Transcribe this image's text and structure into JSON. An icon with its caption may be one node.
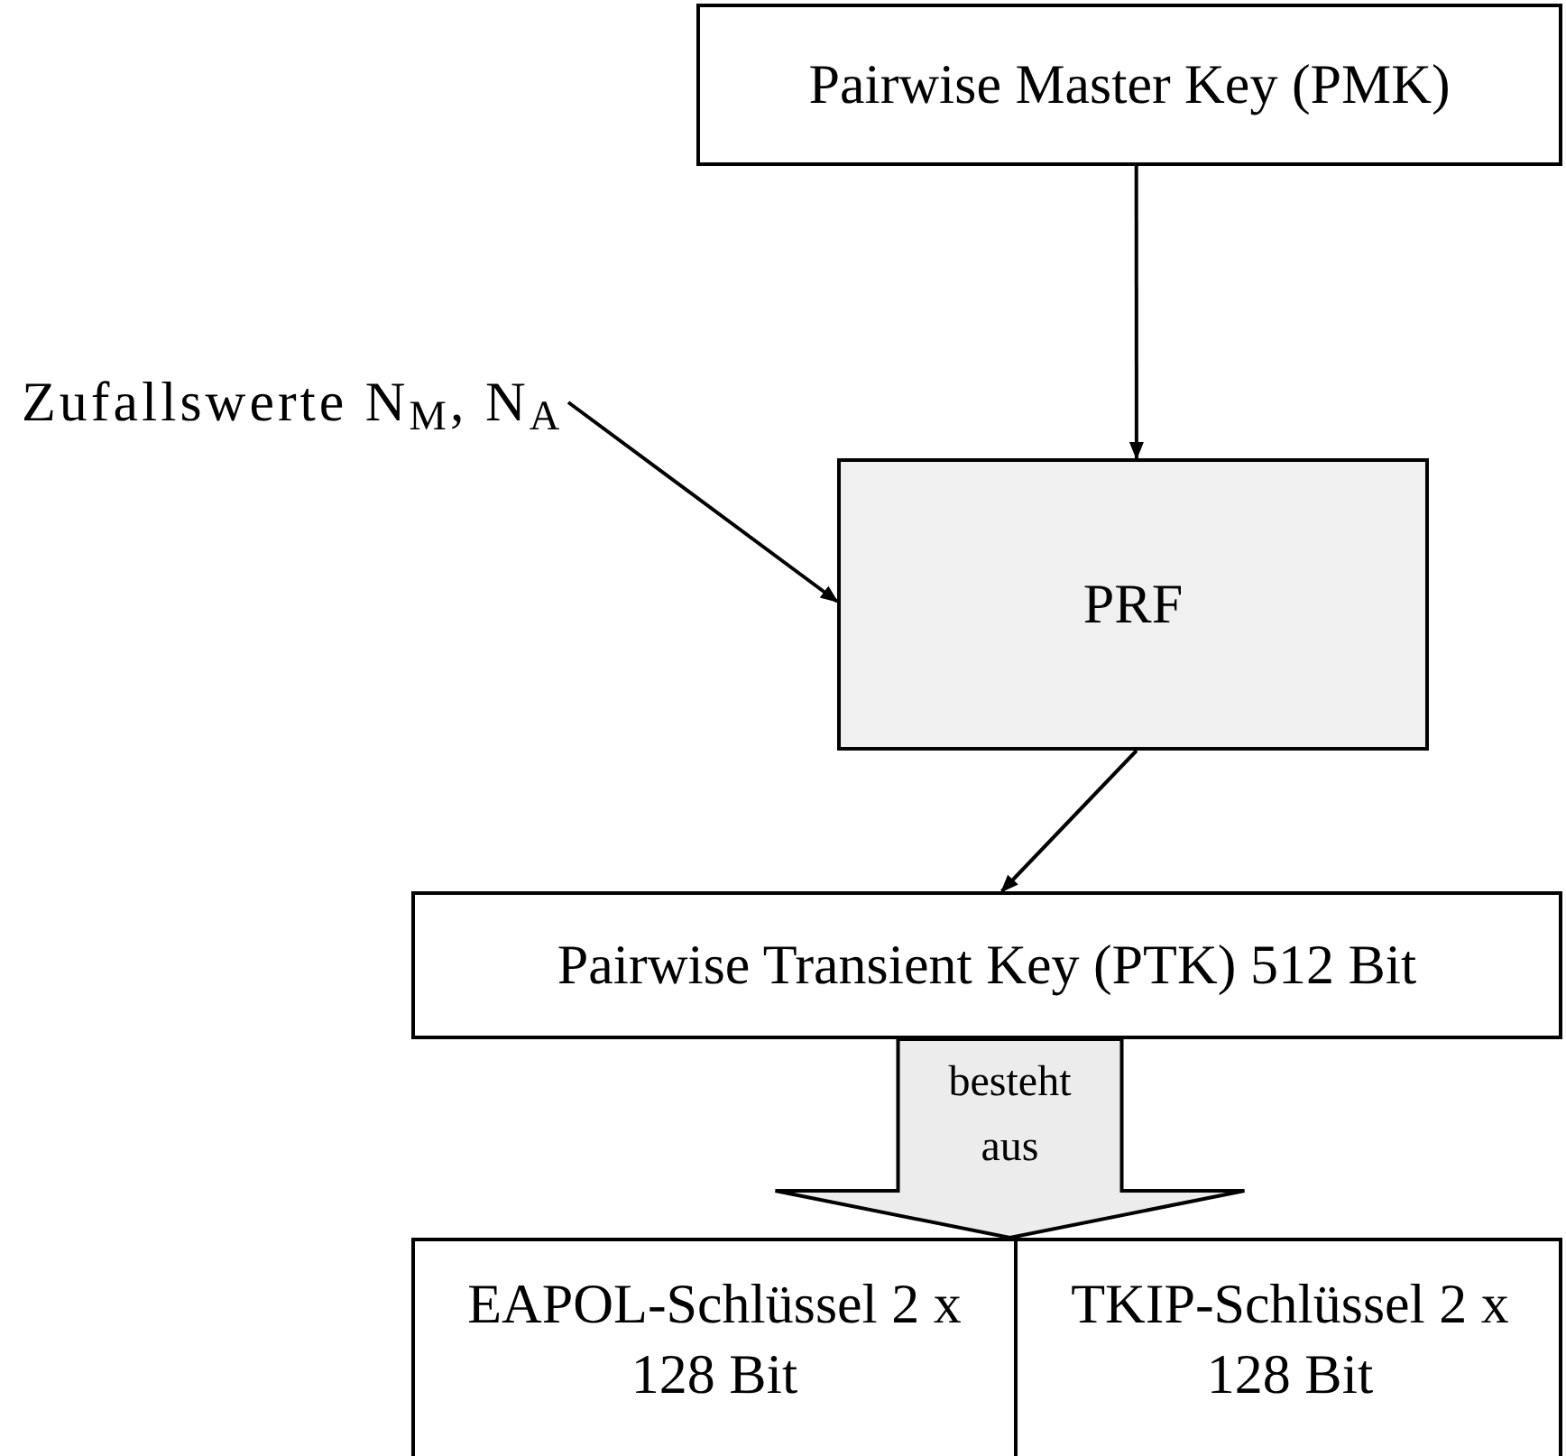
{
  "diagram": {
    "nodes": [
      {
        "text": [
          "Pairwise Master Key (PMK)"
        ]
      },
      {
        "text": [
          "Zufallswerte N$_{M}$, N$_{A}$"
        ]
      },
      {
        "text": [
          "PRF"
        ]
      },
      {
        "text": [
          "Pairwise Transient Key (PTK) 512 Bit"
        ]
      },
      {
        "text": [],
        "shape": "box"
      },
      {
        "text": [
          "EAPOL-Schlüssel 2 x 128 Bit"
        ],
        "in": 4
      },
      {
        "text": [
          "TKIP-Schlüssel 2 x 128 Bit"
        ],
        "in": 4
      }
    ],
    "edges": [
      {
        "from": 0,
        "to": 2,
        "arrow": "to"
      },
      {
        "from": 1,
        "to": 2,
        "arrow": "to"
      },
      {
        "from": 2,
        "to": 3,
        "arrow": "to"
      },
      {
        "from": 3,
        "to": 4,
        "arrow": "to",
        "label": "besteht aus",
        "style": "thick"
      }
    ]
  }
}
